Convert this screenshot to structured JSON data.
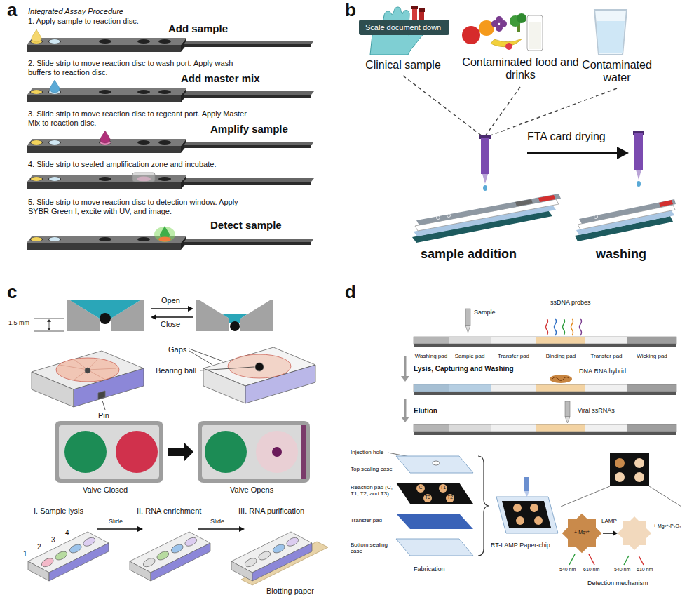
{
  "diagram": {
    "nodes": [
      {
        "text": [
          "Scale document down"
        ]
      }
    ],
    "labels": [
      "a",
      "Integrated Assay Procedure",
      "1. Apply sample to reaction disc.",
      "Add sample",
      "2. Slide strip to move reaction disc to wash port. Apply wash buffers to reaction disc.",
      "Add master mix",
      "3. Slide strip to move reaction disc to regeant port. Apply Master Mix to reaction disc.",
      "Amplify sample",
      "4. Slide strip to sealed amplification zone and incubate.",
      "5. Slide strip to move reaction disc to detection window. Apply SYBR Green I, excite with UV, and image.",
      "Detect sample",
      "b",
      "Clinical sample",
      "Contaminated food and drinks",
      "Contaminated water",
      "FTA card drying",
      "sample addition",
      "washing",
      "c",
      "1.5 mm",
      "Open",
      "Close",
      "Gaps",
      "Bearing ball",
      "Pin",
      "Valve Closed",
      "Valve Opens",
      "I. Sample lysis",
      "Slide",
      "II. RNA enrichment",
      "Slide",
      "III. RNA purification",
      "4",
      "3",
      "2",
      "1",
      "Blotting paper",
      "d",
      "Sample",
      "ssDNA probes",
      "Washing pad",
      "Sample pad",
      "Transfer pad",
      "Binding pad",
      "Transfer pad",
      "Wicking pad",
      "Lysis, Capturing and Washing",
      "DNA:RNA hybrid",
      "Elution",
      "Viral ssRNAs",
      "Injection hole",
      "Top sealing case",
      "Reaction pad (C, T1, T2, and T3)",
      "C",
      "T1",
      "T2",
      "T3",
      "Transfer pad",
      "Bottom sealing case",
      "Fabrication",
      "RT-LAMP Paper-chip",
      "+ Mg²⁺",
      "LAMP",
      "+ Mg²⁺-P₂O₇",
      "540 nm",
      "610 nm",
      "540 nm",
      "610 nm",
      "Detection mechanism"
    ]
  }
}
